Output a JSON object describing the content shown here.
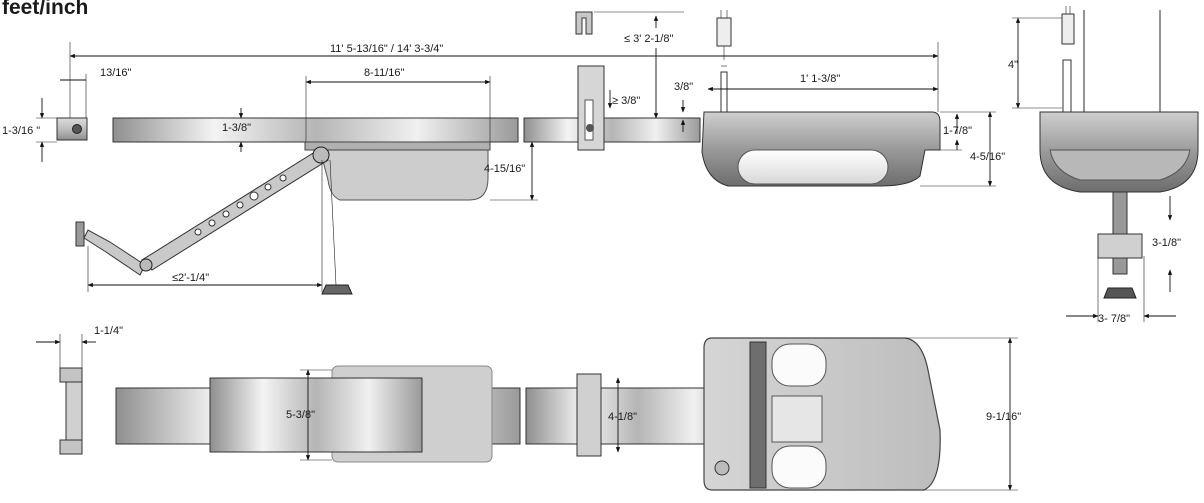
{
  "title": "feet/inch",
  "side_view": {
    "overall_length": "11' 5-13/16\" / 14' 3-3/4\"",
    "bracket_offset": "13/16\"",
    "bracket_height": "1-3/16 \"",
    "rail_height": "1-3/8\"",
    "trolley_length": "8-11/16\"",
    "trolley_depth": "4-15/16\"",
    "arm_reach": "≤2'-1/4\"",
    "hanger_drop": "≤ 3' 2-1/8\"",
    "hanger_gap": "≥ 3/8\"",
    "hanger_min": "3/8\"",
    "power_offset": "1' 1-3/8\"",
    "motor_height": "1-7/8\"",
    "motor_total_height": "4-5/16\""
  },
  "end_view": {
    "cord_height": "4\"",
    "release_height": "3-1/8\"",
    "release_width": "3- 7/8\""
  },
  "top_view": {
    "bracket_width": "1-1/4\"",
    "trolley_width": "5-3/8\"",
    "rail_width": "4-1/8\"",
    "motor_width": "9-1/16\""
  },
  "colors": {
    "rail_light": "#eeeeee",
    "rail_dark": "#9a9a9a",
    "motor_dark": "#8a8a8a",
    "trolley_fill": "#cfcfcf",
    "line": "#111111"
  }
}
